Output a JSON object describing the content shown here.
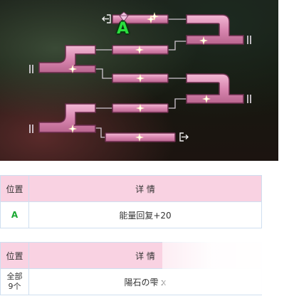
{
  "map": {
    "marker_label": "A",
    "colors": {
      "track": "#d987b0",
      "track_border": "#6b2d4d",
      "marker": "#2adf3e"
    }
  },
  "table1": {
    "header": {
      "position": "位置",
      "detail": "详 情"
    },
    "rows": [
      {
        "position": "A",
        "detail": "能量回复+20"
      }
    ]
  },
  "table2": {
    "header": {
      "position": "位置",
      "detail": "详 情"
    },
    "rows": [
      {
        "position_line1": "全部",
        "position_line2": "9个",
        "detail": "陽石の雫 x"
      }
    ]
  }
}
